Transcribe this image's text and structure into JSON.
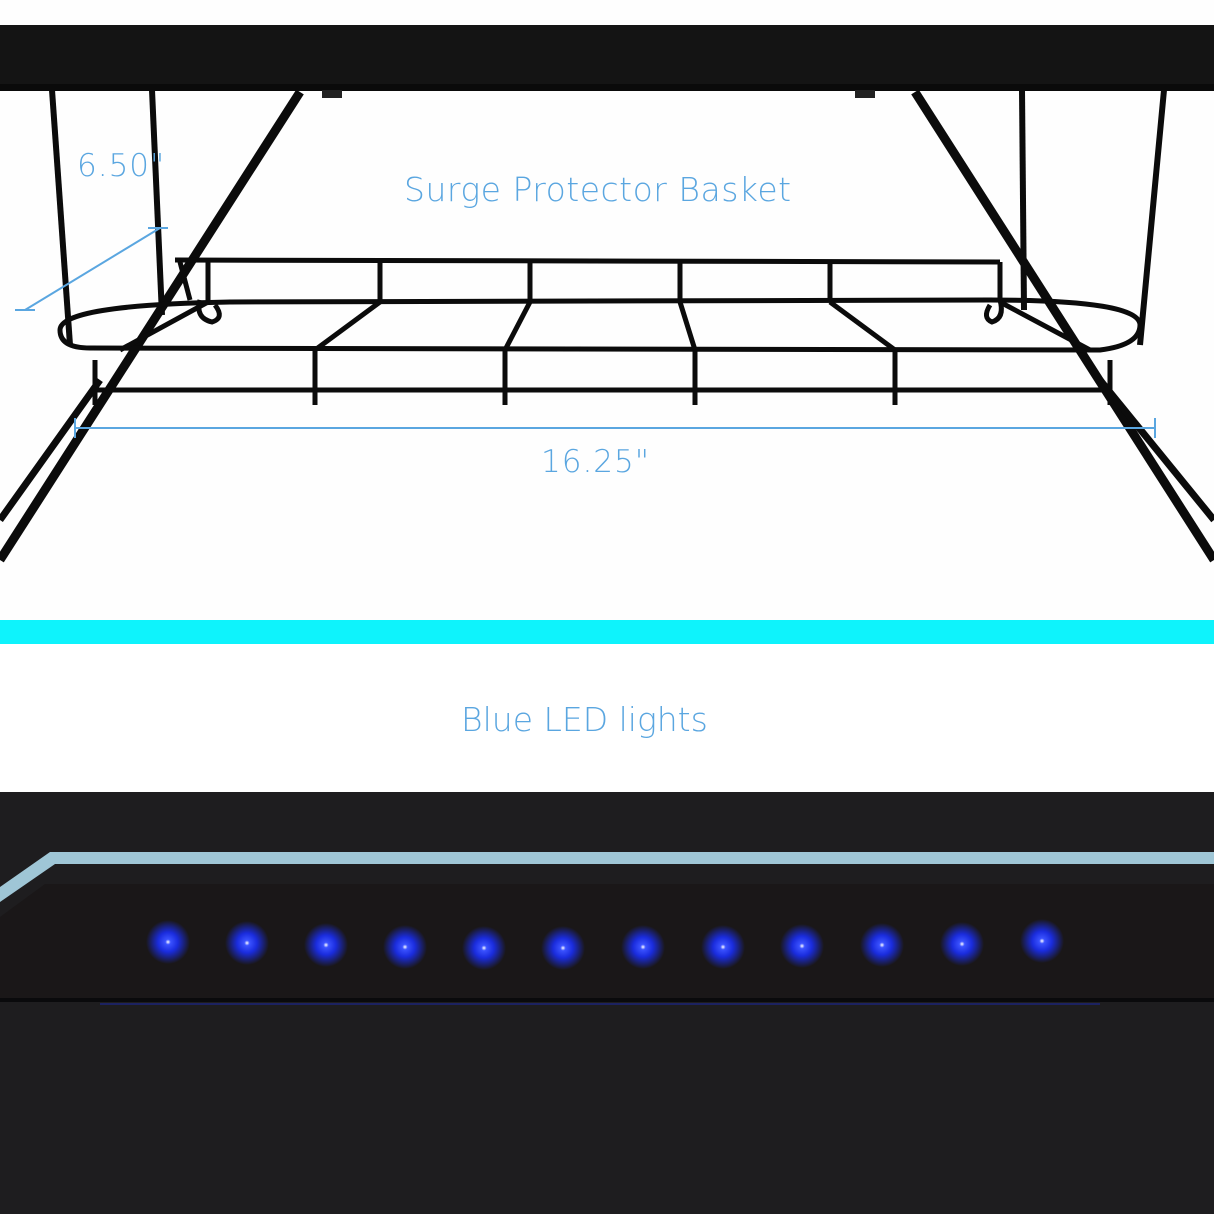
{
  "image": {
    "top_panel": {
      "title": "Surge Protector Basket",
      "dimensions": {
        "depth": "6.50\"",
        "width": "16.25\""
      }
    },
    "divider_color": "#0ef3fc",
    "bottom_panel": {
      "title": "Blue LED lights",
      "led_count": 12,
      "led_color": "#1a2cff",
      "trim_color": "#9fc6d6"
    },
    "caption_color": "#5aa6e0"
  }
}
